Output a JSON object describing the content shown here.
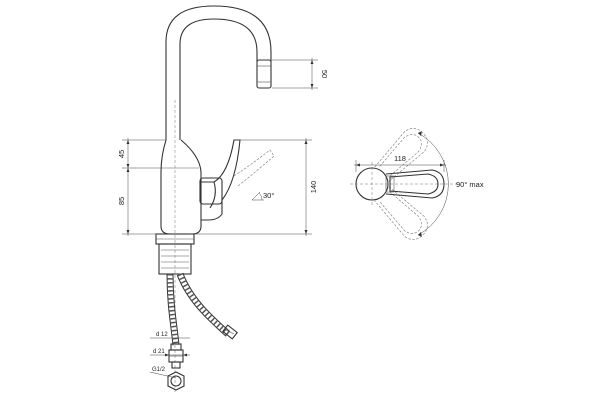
{
  "dimensions": {
    "spout_outlet_height": "50",
    "top_section_height": "45",
    "body_height": "85",
    "total_height": "140",
    "lever_tilt_angle": "30°",
    "top_view_width": "118",
    "rotation_max": "90° max",
    "pipe_diameter": "d 12",
    "nut_diameter": "d 21",
    "thread_size": "G1/2"
  }
}
